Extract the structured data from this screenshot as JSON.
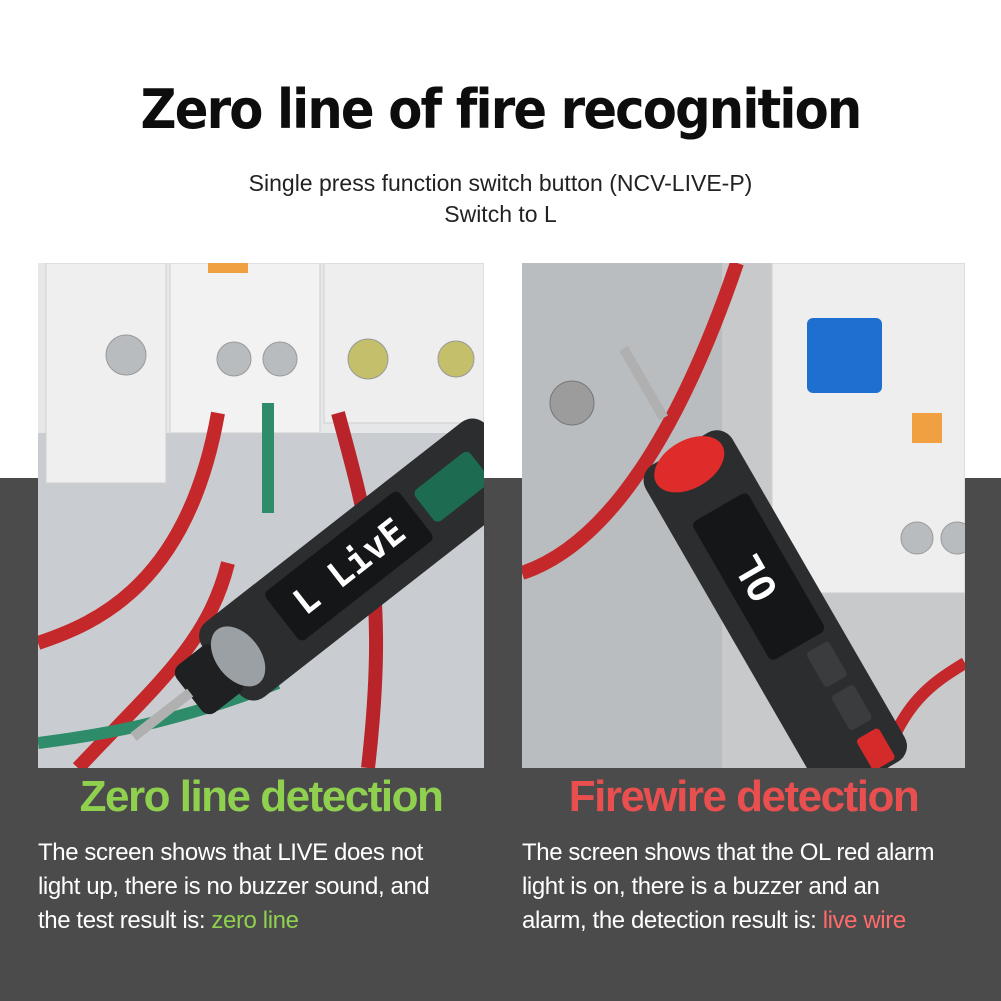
{
  "title": "Zero line of fire recognition",
  "subtitle": {
    "line1": "Single press function switch button (NCV-LIVE-P)",
    "line2": "Switch to L"
  },
  "panels": [
    {
      "heading": "Zero line detection",
      "heading_color": "#8fd14f",
      "lcd_text": "L LivE",
      "desc_line1": "The screen shows that LIVE does not",
      "desc_line2": "light up, there is no buzzer sound, and",
      "desc_line3_prefix": "the test result is: ",
      "desc_line3_highlight": "zero line",
      "highlight_color": "#8fd14f"
    },
    {
      "heading": "Firewire detection",
      "heading_color": "#ea4f4f",
      "lcd_text": "OL",
      "desc_line1": "The screen shows that the OL red alarm",
      "desc_line2": "light is on, there is a buzzer and an",
      "desc_line3_prefix": "alarm, the detection result is: ",
      "desc_line3_highlight": "live wire",
      "highlight_color": "#ff6b6b"
    }
  ],
  "colors": {
    "background_top": "#ffffff",
    "background_bottom": "#4b4b4b"
  }
}
